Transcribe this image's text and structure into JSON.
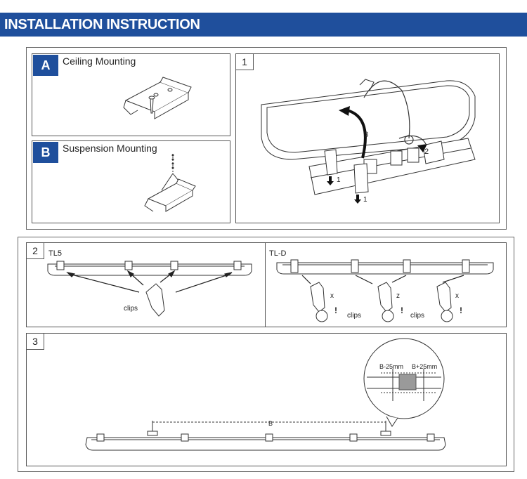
{
  "header": {
    "title": "INSTALLATION INSTRUCTION",
    "bg_color": "#1f4f9c"
  },
  "panel_a": {
    "letter": "A",
    "label": "Ceiling Mounting"
  },
  "panel_b": {
    "letter": "B",
    "label": "Suspension Mounting"
  },
  "step1": {
    "number": "1",
    "arrow_labels": [
      "3",
      "2",
      "1",
      "1"
    ]
  },
  "step2": {
    "number": "2",
    "tl5_label": "TL5",
    "tld_label": "TL-D",
    "clips_label": "clips",
    "markers": [
      "x",
      "z",
      "x",
      "!",
      "!",
      "!"
    ]
  },
  "step3": {
    "number": "3",
    "dim_label": "B",
    "detail_minus": "B-25mm",
    "detail_plus": "B+25mm"
  }
}
